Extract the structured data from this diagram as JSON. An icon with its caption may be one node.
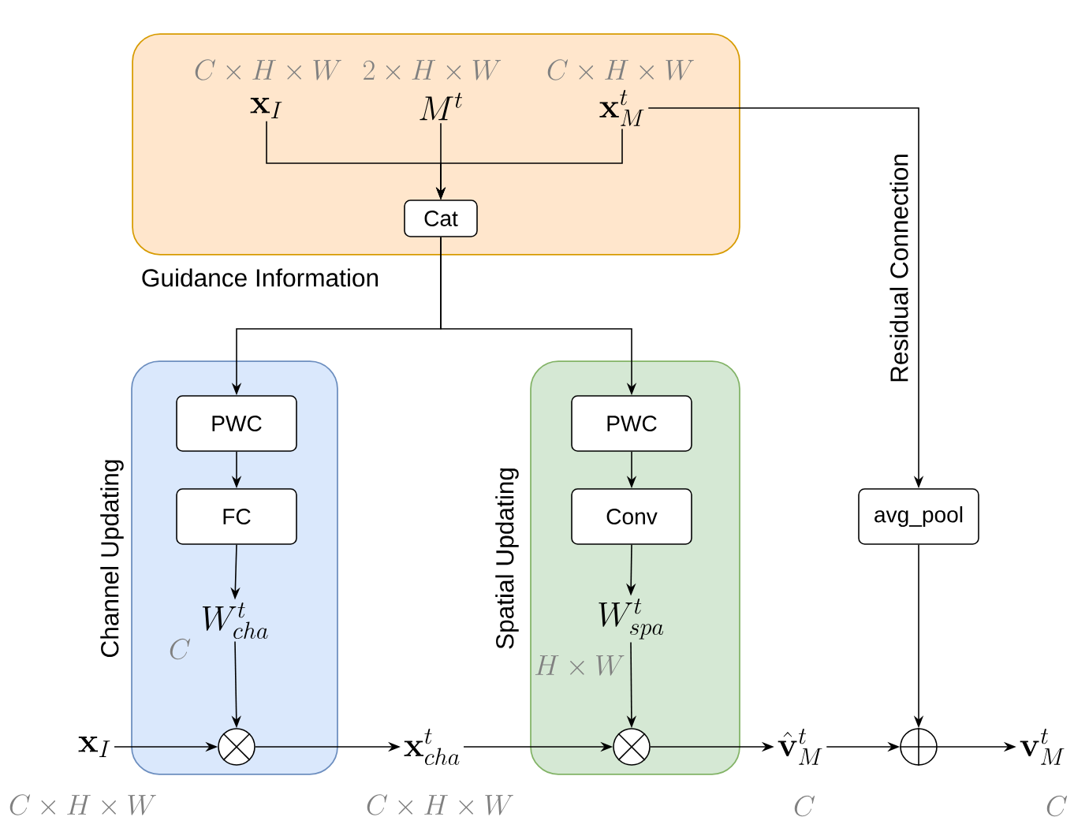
{
  "diagram": {
    "nodes": [
      {
        "text": [
          "Guidance Information"
        ]
      },
      {
        "text": [
          "\\mathbf{x}_I"
        ],
        "in": 0,
        "beside": [
          "C \\times H \\times W"
        ]
      },
      {
        "text": [
          "M^t"
        ],
        "in": 0,
        "beside": [
          "2 \\times H \\times W"
        ]
      },
      {
        "text": [
          "\\mathbf{x}_M^t"
        ],
        "in": 0,
        "beside": [
          "C \\times H \\times W"
        ]
      },
      {
        "text": [
          "Cat"
        ],
        "in": 0
      },
      {
        "text": [
          "Channel Updating"
        ]
      },
      {
        "text": [
          "PWC"
        ],
        "in": 5
      },
      {
        "text": [
          "FC"
        ],
        "in": 5
      },
      {
        "text": [
          "W_{cha}^t"
        ],
        "in": 5,
        "beside": [
          "C"
        ]
      },
      {
        "text": [],
        "shape": "circle",
        "in": 5
      },
      {
        "text": [
          "Spatial Updating"
        ]
      },
      {
        "text": [
          "PWC"
        ],
        "in": 10
      },
      {
        "text": [
          "Conv"
        ],
        "in": 10
      },
      {
        "text": [
          "W_{spa}^t"
        ],
        "in": 10,
        "beside": [
          "H \\times W"
        ]
      },
      {
        "text": [],
        "shape": "circle",
        "in": 10
      },
      {
        "text": [
          "avg_pool"
        ]
      },
      {
        "text": [],
        "shape": "circle"
      },
      {
        "text": [
          "\\mathbf{x}_I"
        ],
        "beside": [
          "C \\times H \\times W"
        ]
      },
      {
        "text": [
          "\\mathbf{x}_{cha}^t"
        ],
        "beside": [
          "C \\times H \\times W"
        ]
      },
      {
        "text": [
          "\\hat{\\mathbf{v}}_M^t"
        ],
        "beside": [
          "C"
        ]
      },
      {
        "text": [
          "\\mathbf{v}_M^t"
        ],
        "beside": [
          "C"
        ]
      }
    ],
    "edges": [
      {
        "from": 1,
        "to": 4,
        "arrow": "to"
      },
      {
        "from": 2,
        "to": 4,
        "arrow": "to"
      },
      {
        "from": 3,
        "to": 4,
        "arrow": "to"
      },
      {
        "from": 4,
        "to": 6,
        "arrow": "to"
      },
      {
        "from": 4,
        "to": 11,
        "arrow": "to"
      },
      {
        "from": 3,
        "to": 15,
        "arrow": "to",
        "label": "Residual Connection"
      },
      {
        "from": 6,
        "to": 7,
        "arrow": "to"
      },
      {
        "from": 7,
        "to": 8,
        "arrow": "to"
      },
      {
        "from": 8,
        "to": 9,
        "arrow": "to"
      },
      {
        "from": 17,
        "to": 9,
        "arrow": "to"
      },
      {
        "from": 9,
        "to": 18,
        "arrow": "to"
      },
      {
        "from": 18,
        "to": 14,
        "arrow": "to"
      },
      {
        "from": 11,
        "to": 12,
        "arrow": "to"
      },
      {
        "from": 12,
        "to": 13,
        "arrow": "to"
      },
      {
        "from": 13,
        "to": 14,
        "arrow": "to"
      },
      {
        "from": 14,
        "to": 19,
        "arrow": "to"
      },
      {
        "from": 19,
        "to": 16,
        "arrow": "to"
      },
      {
        "from": 15,
        "to": 16,
        "arrow": "to"
      },
      {
        "from": 16,
        "to": 20,
        "arrow": "to"
      }
    ]
  }
}
